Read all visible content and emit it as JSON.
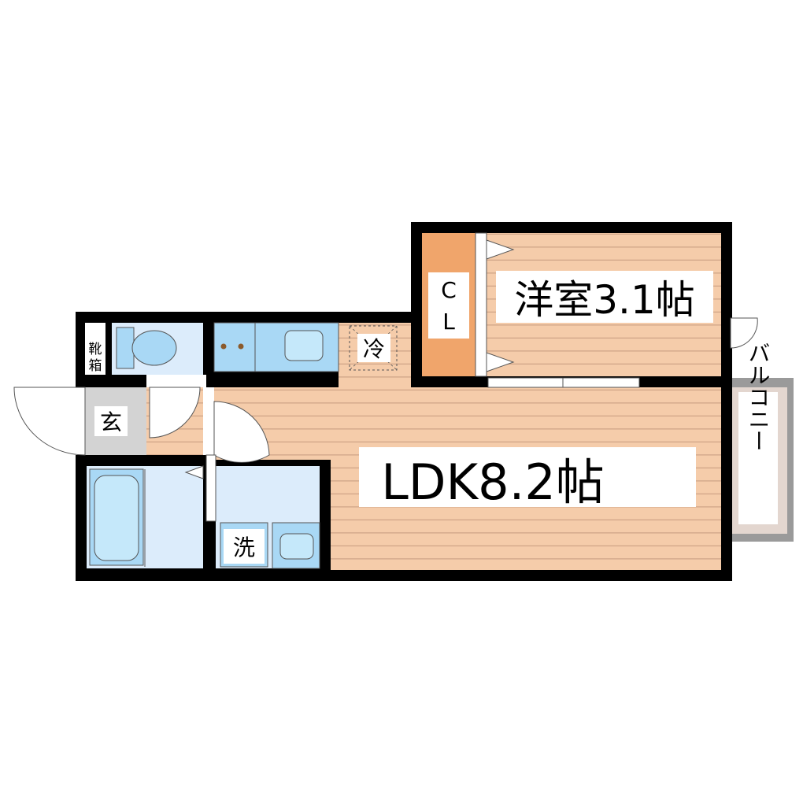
{
  "floorplan": {
    "rooms": {
      "western_room": {
        "label": "洋室3.1帖"
      },
      "ldk": {
        "label": "LDK8.2帖"
      },
      "closet": {
        "label_line1": "C",
        "label_line2": "L"
      },
      "entrance": {
        "label": "玄"
      },
      "shoe_box": {
        "label_line1": "靴",
        "label_line2": "箱"
      },
      "fridge": {
        "label": "冷"
      },
      "washer": {
        "label": "洗"
      },
      "balcony": {
        "label": "バルコニー"
      }
    },
    "colors": {
      "wall": "#000000",
      "wood_floor": "#f5ccaa",
      "floor_line": "#cfa487",
      "wet_area": "#dcecfb",
      "fixture": "#a9d8f5",
      "closet": "#f0a56b",
      "entrance": "#d3d3d3",
      "balcony": "#e3d6cf"
    }
  }
}
